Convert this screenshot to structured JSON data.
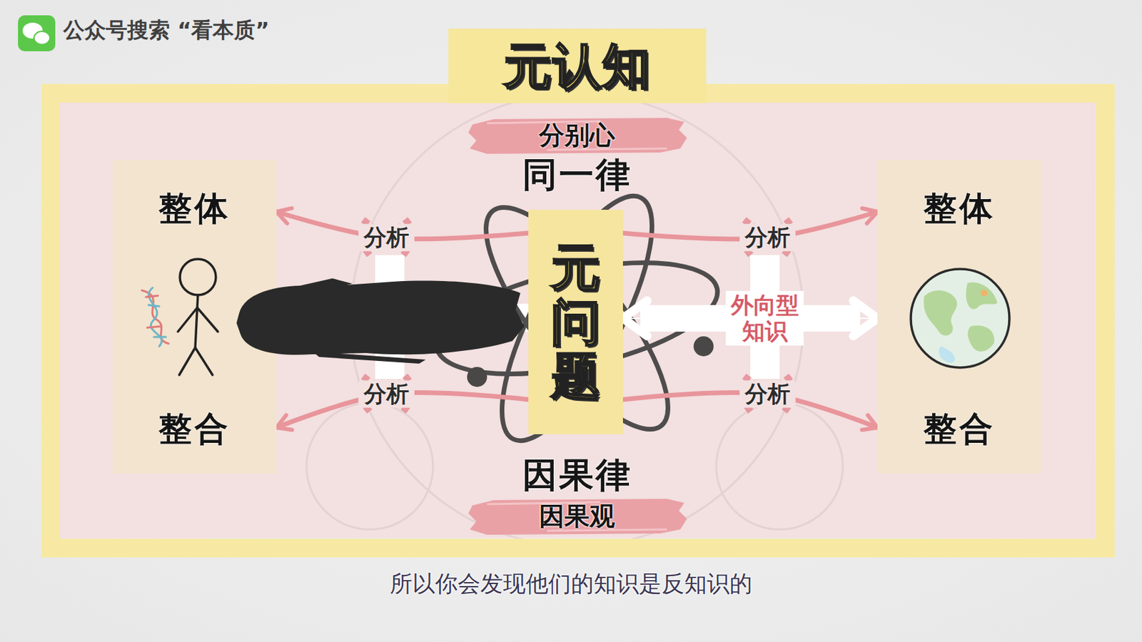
{
  "diagram": {
    "caption": "所以你会发现他们的知识是反知识的",
    "nodes": [
      {
        "text": [
          "元认知"
        ]
      },
      {
        "text": [
          "分别心"
        ],
        "in": 0
      },
      {
        "text": [
          "整体",
          "整合"
        ],
        "in": 0
      },
      {
        "text": [
          "元问题"
        ],
        "in": 0
      },
      {
        "text": [
          "整体",
          "整合"
        ],
        "in": 0
      },
      {
        "text": [
          "因果观"
        ],
        "in": 0
      }
    ],
    "edges": [
      {
        "from": 3,
        "to": 2,
        "arrow": "to",
        "label": "分析"
      },
      {
        "from": 3,
        "to": 2,
        "arrow": "to",
        "label": "分析"
      },
      {
        "from": 3,
        "to": 4,
        "arrow": "to",
        "label": "分析"
      },
      {
        "from": 3,
        "to": 4,
        "arrow": "to",
        "label": "分析"
      },
      {
        "from": 3,
        "to": 4,
        "arrow": "both",
        "label": "外向型知识"
      }
    ],
    "labels": [
      "公众号搜索 “看本质”",
      "同一律",
      "因果律"
    ]
  }
}
